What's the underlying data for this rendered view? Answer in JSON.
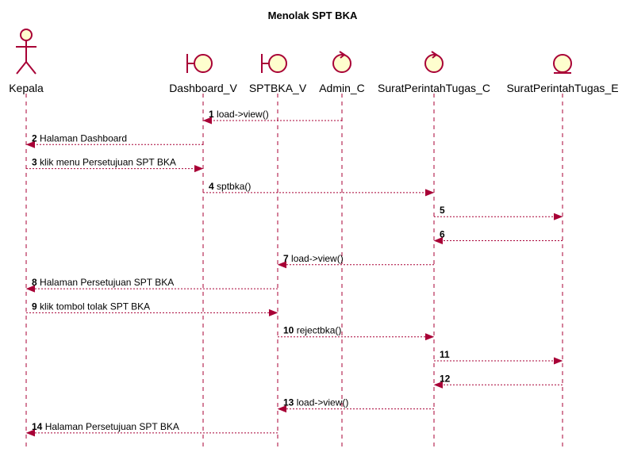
{
  "diagram": {
    "title": "Menolak SPT BKA",
    "participants": [
      {
        "id": "kepala",
        "name": "Kepala",
        "kind": "actor"
      },
      {
        "id": "dashboard",
        "name": "Dashboard_V",
        "kind": "boundary"
      },
      {
        "id": "sptbka",
        "name": "SPTBKA_V",
        "kind": "boundary"
      },
      {
        "id": "admin",
        "name": "Admin_C",
        "kind": "control"
      },
      {
        "id": "spt_c",
        "name": "SuratPerintahTugas_C",
        "kind": "control"
      },
      {
        "id": "spt_e",
        "name": "SuratPerintahTugas_E",
        "kind": "entity"
      }
    ],
    "messages": [
      {
        "num": "1",
        "text": "load->view()",
        "from": "admin",
        "to": "dashboard"
      },
      {
        "num": "2",
        "text": "Halaman Dashboard",
        "from": "dashboard",
        "to": "kepala"
      },
      {
        "num": "3",
        "text": "klik menu Persetujuan SPT BKA",
        "from": "kepala",
        "to": "dashboard"
      },
      {
        "num": "4",
        "text": "sptbka()",
        "from": "dashboard",
        "to": "spt_c"
      },
      {
        "num": "5",
        "text": "",
        "from": "spt_c",
        "to": "spt_e"
      },
      {
        "num": "6",
        "text": "",
        "from": "spt_e",
        "to": "spt_c"
      },
      {
        "num": "7",
        "text": "load->view()",
        "from": "spt_c",
        "to": "sptbka"
      },
      {
        "num": "8",
        "text": "Halaman Persetujuan SPT BKA",
        "from": "sptbka",
        "to": "kepala"
      },
      {
        "num": "9",
        "text": "klik tombol tolak SPT BKA",
        "from": "kepala",
        "to": "sptbka"
      },
      {
        "num": "10",
        "text": "rejectbka()",
        "from": "sptbka",
        "to": "spt_c"
      },
      {
        "num": "11",
        "text": "",
        "from": "spt_c",
        "to": "spt_e"
      },
      {
        "num": "12",
        "text": "",
        "from": "spt_e",
        "to": "spt_c"
      },
      {
        "num": "13",
        "text": "load->view()",
        "from": "spt_c",
        "to": "sptbka"
      },
      {
        "num": "14",
        "text": "Halaman Persetujuan SPT BKA",
        "from": "sptbka",
        "to": "kepala"
      }
    ],
    "colors": {
      "line": "#a80036",
      "fill": "#fefece"
    }
  }
}
